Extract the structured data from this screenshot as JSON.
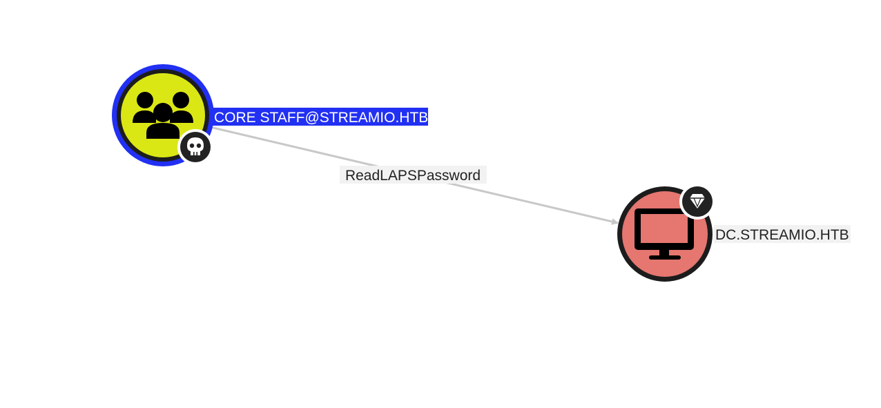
{
  "graph": {
    "nodes": [
      {
        "id": "group",
        "label": "CORE STAFF@STREAMIO.HTB",
        "type": "group",
        "icon": "users-icon",
        "badge_icon": "skull-icon",
        "fill_color": "#dbe715",
        "ring_color": "#1c1c1c",
        "selected_color": "#2130f2",
        "selected": true
      },
      {
        "id": "computer",
        "label": "DC.STREAMIO.HTB",
        "type": "computer",
        "icon": "monitor-icon",
        "badge_icon": "gem-icon",
        "fill_color": "#e57670",
        "ring_color": "#1c1c1c",
        "selected": false
      }
    ],
    "edges": [
      {
        "from": "group",
        "to": "computer",
        "label": "ReadLAPSPassword",
        "color": "#c8c8c8"
      }
    ]
  }
}
